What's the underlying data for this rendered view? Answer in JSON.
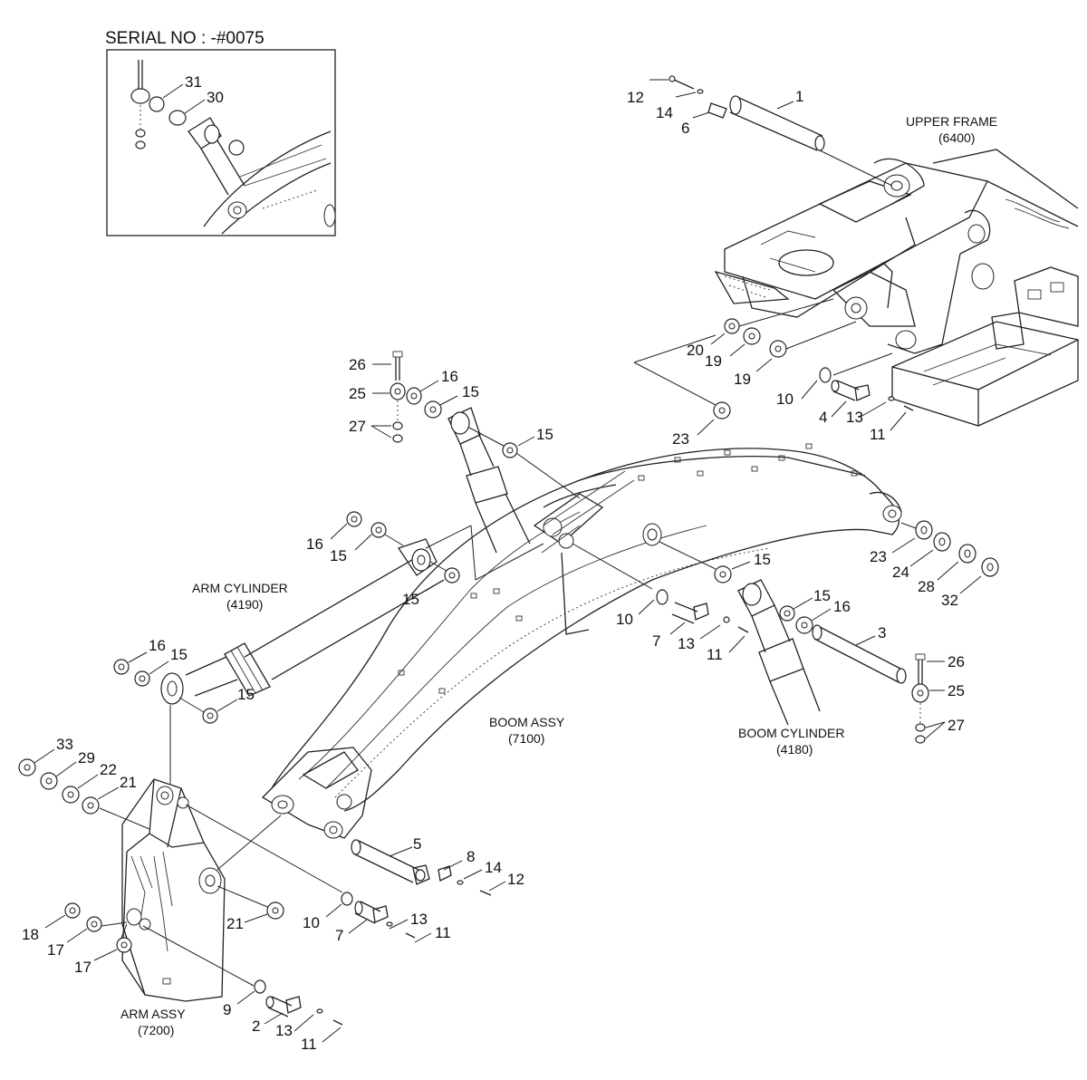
{
  "inset": {
    "title": "SERIAL NO : -#0075"
  },
  "assemblies": {
    "upper_frame": {
      "name": "UPPER FRAME",
      "code": "(6400)"
    },
    "arm_cylinder": {
      "name": "ARM CYLINDER",
      "code": "(4190)"
    },
    "boom_assy": {
      "name": "BOOM ASSY",
      "code": "(7100)"
    },
    "boom_cylinder": {
      "name": "BOOM CYLINDER",
      "code": "(4180)"
    },
    "arm_assy": {
      "name": "ARM ASSY",
      "code": "(7200)"
    }
  },
  "callouts": [
    {
      "id": "c-31",
      "text": "31"
    },
    {
      "id": "c-30",
      "text": "30"
    },
    {
      "id": "c-12a",
      "text": "12"
    },
    {
      "id": "c-14a",
      "text": "14"
    },
    {
      "id": "c-6",
      "text": "6"
    },
    {
      "id": "c-1",
      "text": "1"
    },
    {
      "id": "c-20",
      "text": "20"
    },
    {
      "id": "c-19a",
      "text": "19"
    },
    {
      "id": "c-19b",
      "text": "19"
    },
    {
      "id": "c-10a",
      "text": "10"
    },
    {
      "id": "c-4",
      "text": "4"
    },
    {
      "id": "c-13a",
      "text": "13"
    },
    {
      "id": "c-11a",
      "text": "11"
    },
    {
      "id": "c-26a",
      "text": "26"
    },
    {
      "id": "c-16a",
      "text": "16"
    },
    {
      "id": "c-25a",
      "text": "25"
    },
    {
      "id": "c-15a",
      "text": "15"
    },
    {
      "id": "c-27a",
      "text": "27"
    },
    {
      "id": "c-15b",
      "text": "15"
    },
    {
      "id": "c-23a",
      "text": "23"
    },
    {
      "id": "c-16b",
      "text": "16"
    },
    {
      "id": "c-15c",
      "text": "15"
    },
    {
      "id": "c-15d",
      "text": "15"
    },
    {
      "id": "c-15e",
      "text": "15"
    },
    {
      "id": "c-23b",
      "text": "23"
    },
    {
      "id": "c-24",
      "text": "24"
    },
    {
      "id": "c-28",
      "text": "28"
    },
    {
      "id": "c-32",
      "text": "32"
    },
    {
      "id": "c-10b",
      "text": "10"
    },
    {
      "id": "c-7a",
      "text": "7"
    },
    {
      "id": "c-13b",
      "text": "13"
    },
    {
      "id": "c-11b",
      "text": "11"
    },
    {
      "id": "c-15f",
      "text": "15"
    },
    {
      "id": "c-16c",
      "text": "16"
    },
    {
      "id": "c-3",
      "text": "3"
    },
    {
      "id": "c-16d",
      "text": "16"
    },
    {
      "id": "c-15g",
      "text": "15"
    },
    {
      "id": "c-15h",
      "text": "15"
    },
    {
      "id": "c-26b",
      "text": "26"
    },
    {
      "id": "c-25b",
      "text": "25"
    },
    {
      "id": "c-27b",
      "text": "27"
    },
    {
      "id": "c-33",
      "text": "33"
    },
    {
      "id": "c-29",
      "text": "29"
    },
    {
      "id": "c-22",
      "text": "22"
    },
    {
      "id": "c-21a",
      "text": "21"
    },
    {
      "id": "c-5",
      "text": "5"
    },
    {
      "id": "c-8",
      "text": "8"
    },
    {
      "id": "c-14b",
      "text": "14"
    },
    {
      "id": "c-12b",
      "text": "12"
    },
    {
      "id": "c-21b",
      "text": "21"
    },
    {
      "id": "c-10c",
      "text": "10"
    },
    {
      "id": "c-7b",
      "text": "7"
    },
    {
      "id": "c-13c",
      "text": "13"
    },
    {
      "id": "c-11c",
      "text": "11"
    },
    {
      "id": "c-18",
      "text": "18"
    },
    {
      "id": "c-17a",
      "text": "17"
    },
    {
      "id": "c-17b",
      "text": "17"
    },
    {
      "id": "c-9",
      "text": "9"
    },
    {
      "id": "c-2",
      "text": "2"
    },
    {
      "id": "c-13d",
      "text": "13"
    },
    {
      "id": "c-11d",
      "text": "11"
    }
  ]
}
